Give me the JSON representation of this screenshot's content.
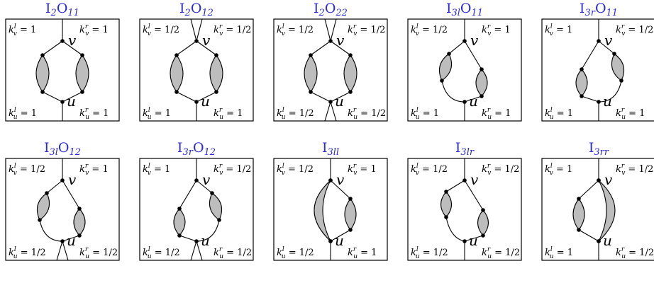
{
  "panels": [
    {
      "title": "I",
      "title_sub": "2",
      "title_tail": "O",
      "title_tail_sub": "11",
      "top_left": "1",
      "top_right": "1",
      "bottom_left": "1",
      "bottom_right": "1",
      "v": "v",
      "u": "u"
    },
    {
      "title": "I",
      "title_sub": "2",
      "title_tail": "O",
      "title_tail_sub": "12",
      "top_left": "1/2",
      "top_right": "1/2",
      "bottom_left": "1",
      "bottom_right": "1",
      "v": "v",
      "u": "u"
    },
    {
      "title": "I",
      "title_sub": "2",
      "title_tail": "O",
      "title_tail_sub": "22",
      "top_left": "1/2",
      "top_right": "1/2",
      "bottom_left": "1/2",
      "bottom_right": "1/2",
      "v": "v",
      "u": "u"
    },
    {
      "title": "I",
      "title_sub": "3l",
      "title_tail": "O",
      "title_tail_sub": "11",
      "top_left": "1/2",
      "top_right": "1",
      "bottom_left": "1",
      "bottom_right": "1",
      "v": "v",
      "u": "u"
    },
    {
      "title": "I",
      "title_sub": "3r",
      "title_tail": "O",
      "title_tail_sub": "11",
      "top_left": "1",
      "top_right": "1/2",
      "bottom_left": "1",
      "bottom_right": "1",
      "v": "v",
      "u": "u"
    },
    {
      "title": "I",
      "title_sub": "3l",
      "title_tail": "O",
      "title_tail_sub": "12",
      "top_left": "1/2",
      "top_right": "1",
      "bottom_left": "1/2",
      "bottom_right": "1/2",
      "v": "v",
      "u": "u"
    },
    {
      "title": "I",
      "title_sub": "3r",
      "title_tail": "O",
      "title_tail_sub": "12",
      "top_left": "1",
      "top_right": "1/2",
      "bottom_left": "1/2",
      "bottom_right": "1/2",
      "v": "v",
      "u": "u"
    },
    {
      "title": "I",
      "title_sub": "3ll",
      "title_tail": "",
      "title_tail_sub": "",
      "top_left": "1/2",
      "top_right": "1",
      "bottom_left": "1/2",
      "bottom_right": "1",
      "v": "v",
      "u": "u"
    },
    {
      "title": "I",
      "title_sub": "3lr",
      "title_tail": "",
      "title_tail_sub": "",
      "top_left": "1/2",
      "top_right": "1/2",
      "bottom_left": "1/2",
      "bottom_right": "1/2",
      "v": "v",
      "u": "u"
    },
    {
      "title": "I",
      "title_sub": "3rr",
      "title_tail": "",
      "title_tail_sub": "",
      "top_left": "1",
      "top_right": "1/2",
      "bottom_left": "1",
      "bottom_right": "1/2",
      "v": "v",
      "u": "u"
    }
  ],
  "colors": {
    "title": "#2b2bd9",
    "lobe_fill": "#bdbdbd",
    "stroke": "#000000"
  }
}
